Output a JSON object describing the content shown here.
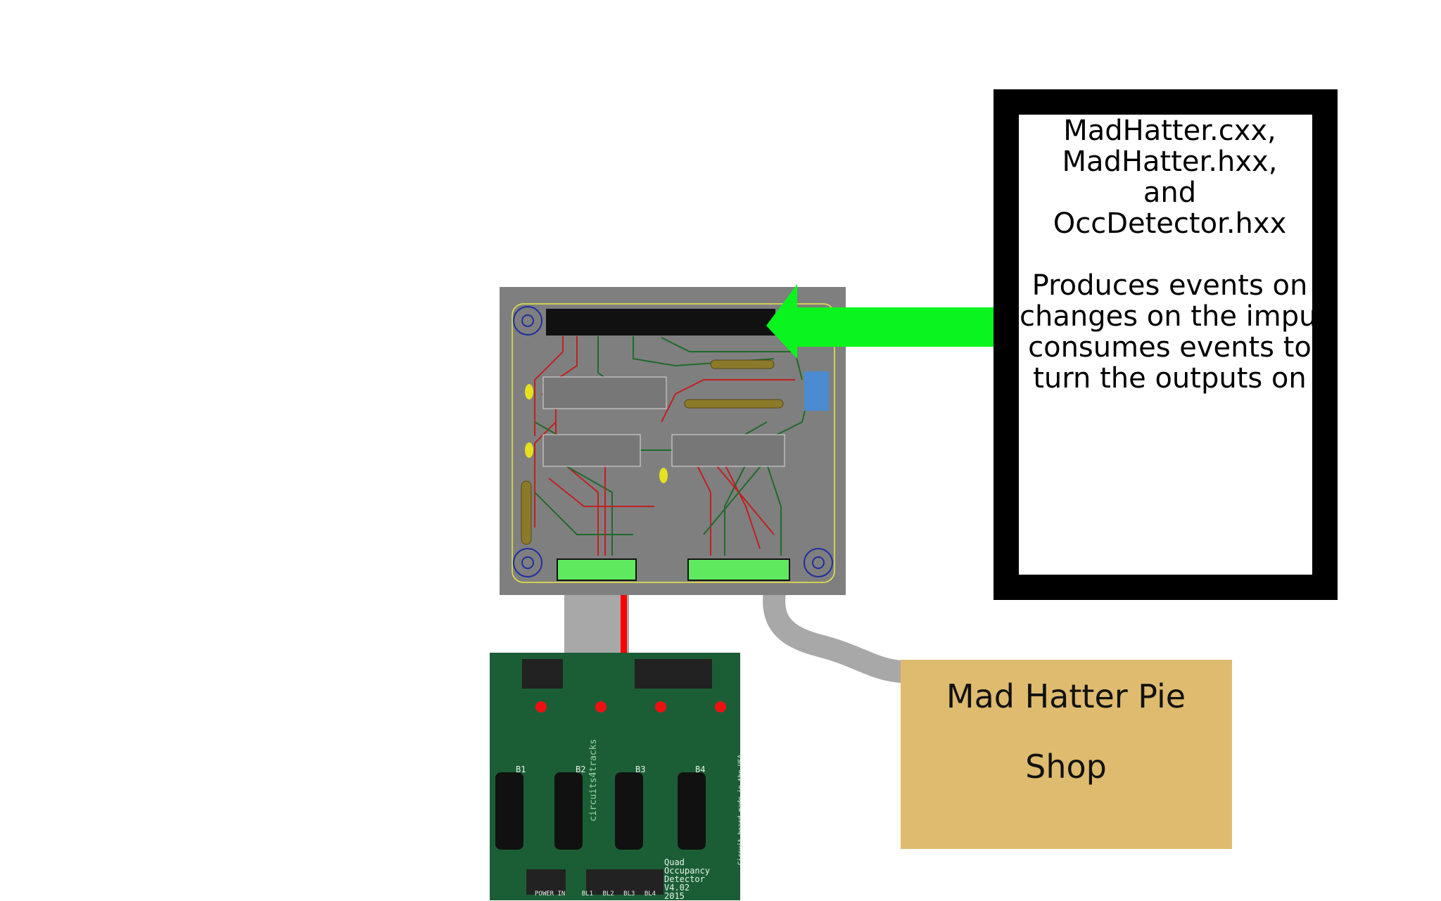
{
  "note": {
    "lines": [
      "MadHatter.cxx,",
      "MadHatter.hxx,",
      "and",
      "OccDetector.hxx",
      "",
      "Produces events on",
      "changes on the imputs",
      "consumes events to",
      "turn the outputs on"
    ]
  },
  "shop": {
    "label": "Mad Hatter Pie Shop",
    "color": "#DEBB6E"
  },
  "detector_board": {
    "brand": "circuits4tracks",
    "title_line1": "Quad",
    "title_line2": "Occupancy",
    "title_line3": "Detector",
    "version": "V4.02",
    "year": "2015",
    "block_labels": [
      "B1",
      "B2",
      "B3",
      "B4"
    ],
    "side_text": "Circuit board made in the USA",
    "bottom_labels": [
      "POWER IN",
      "BL1",
      "BL2",
      "BL3",
      "BL4"
    ]
  },
  "colors": {
    "arrow": "#0AF51E",
    "pcb_gray": "#7F7F7F",
    "detector_green": "#1B5E36",
    "cable_gray": "#A8A8A8",
    "wire_red": "#FF0000",
    "frame_black": "#000000"
  }
}
